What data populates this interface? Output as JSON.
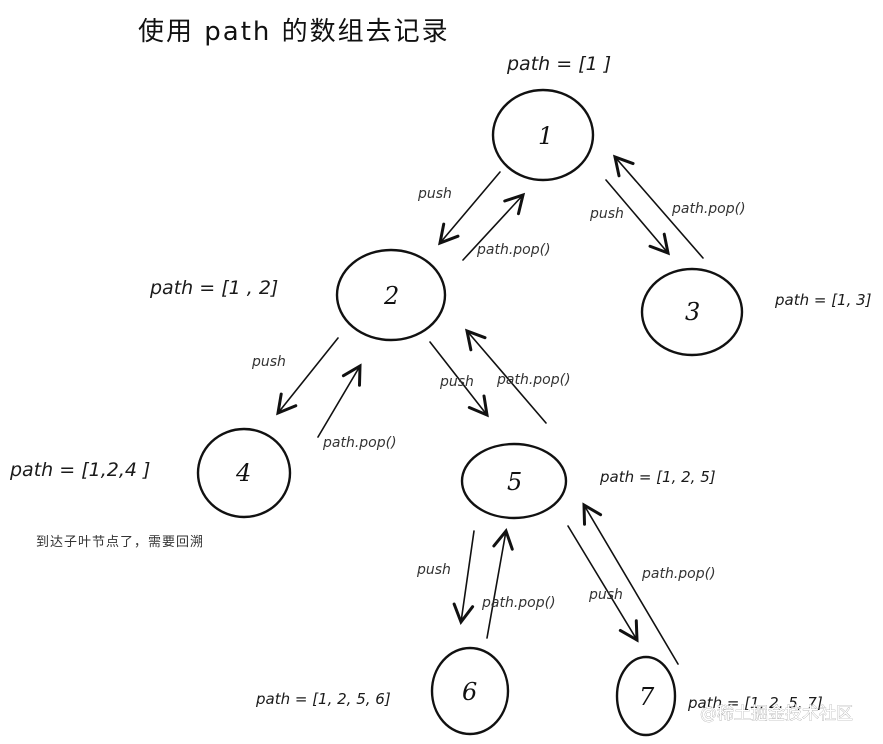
{
  "title": "使用 path 的数组去记录",
  "nodes": [
    {
      "id": "1",
      "label": "1",
      "path": "path = [1 ]"
    },
    {
      "id": "2",
      "label": "2",
      "path": "path = [1 , 2]"
    },
    {
      "id": "3",
      "label": "3",
      "path": "path = [1, 3]"
    },
    {
      "id": "4",
      "label": "4",
      "path": "path = [1,2,4 ]"
    },
    {
      "id": "5",
      "label": "5",
      "path": "path = [1, 2, 5]"
    },
    {
      "id": "6",
      "label": "6",
      "path": "path = [1, 2, 5, 6]"
    },
    {
      "id": "7",
      "label": "7",
      "path": "path = [1, 2, 5, 7]"
    }
  ],
  "edge_labels": {
    "push": "push",
    "pop": "path.pop()"
  },
  "note": "到达子叶节点了，需要回溯",
  "watermark": "@稀土掘金技术社区"
}
